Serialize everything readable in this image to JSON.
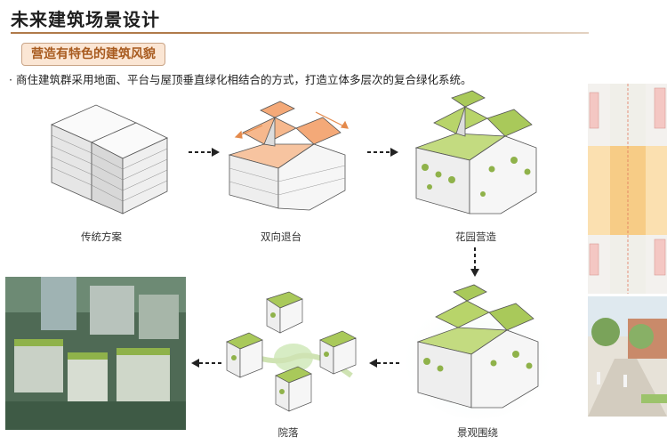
{
  "header": {
    "title": "未来建筑场景设计",
    "subtitle": "营造有特色的建筑风貌",
    "description": "· 商住建筑群采用地面、平台与屋顶垂直绿化相结合的方式，打造立体多层次的复合绿化系统。"
  },
  "steps": [
    {
      "label": "传统方案"
    },
    {
      "label": "双向退台"
    },
    {
      "label": "花园营造"
    },
    {
      "label": "景观围绕"
    },
    {
      "label": "院落"
    }
  ],
  "colors": {
    "accent_orange": "#f4a978",
    "green_roof": "#a9c95a",
    "building_grey": "#e9e9e9",
    "line": "#555555"
  }
}
